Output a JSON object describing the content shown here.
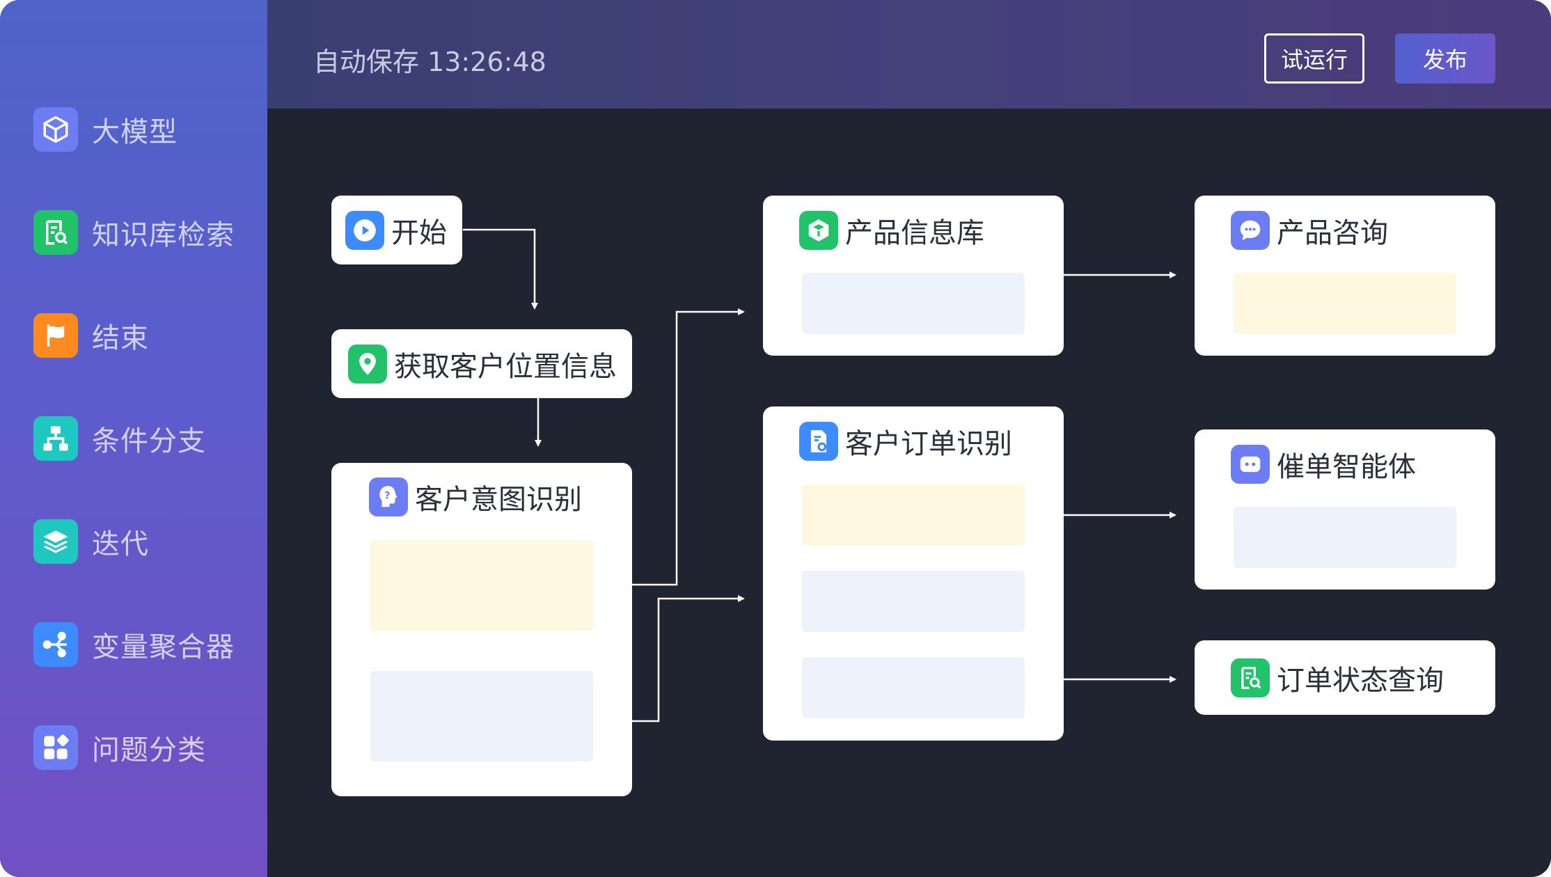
{
  "sidebar": {
    "items": [
      {
        "label": "大模型",
        "icon": "cube-icon",
        "color": "#6c7cf2"
      },
      {
        "label": "知识库检索",
        "icon": "document-search-icon",
        "color": "#22c26a"
      },
      {
        "label": "结束",
        "icon": "flag-icon",
        "color": "#ff8a1f"
      },
      {
        "label": "条件分支",
        "icon": "branch-icon",
        "color": "#1fc7c0"
      },
      {
        "label": "迭代",
        "icon": "layers-icon",
        "color": "#1fc7c0"
      },
      {
        "label": "变量聚合器",
        "icon": "aggregate-icon",
        "color": "#3d8bff"
      },
      {
        "label": "问题分类",
        "icon": "grid-icon",
        "color": "#6c7cf2"
      }
    ]
  },
  "header": {
    "autosave": "自动保存 13:26:48",
    "trial_run": "试运行",
    "publish": "发布"
  },
  "nodes": {
    "start": {
      "title": "开始",
      "icon": "play-icon",
      "color": "#3d8bff"
    },
    "location": {
      "title": "获取客户位置信息",
      "icon": "location-pin-icon",
      "color": "#22c26a"
    },
    "intent": {
      "title": "客户意图识别",
      "icon": "question-head-icon",
      "color": "#6c7cf2"
    },
    "product_db": {
      "title": "产品信息库",
      "icon": "cube-icon",
      "color": "#22c26a"
    },
    "order_recognition": {
      "title": "客户订单识别",
      "icon": "document-gear-icon",
      "color": "#3d8bff"
    },
    "product_consult": {
      "title": "产品咨询",
      "icon": "chat-bubble-icon",
      "color": "#6c7cf2"
    },
    "urge_agent": {
      "title": "催单智能体",
      "icon": "robot-icon",
      "color": "#6c7cf2"
    },
    "order_status": {
      "title": "订单状态查询",
      "icon": "document-search-icon",
      "color": "#22c26a"
    }
  }
}
